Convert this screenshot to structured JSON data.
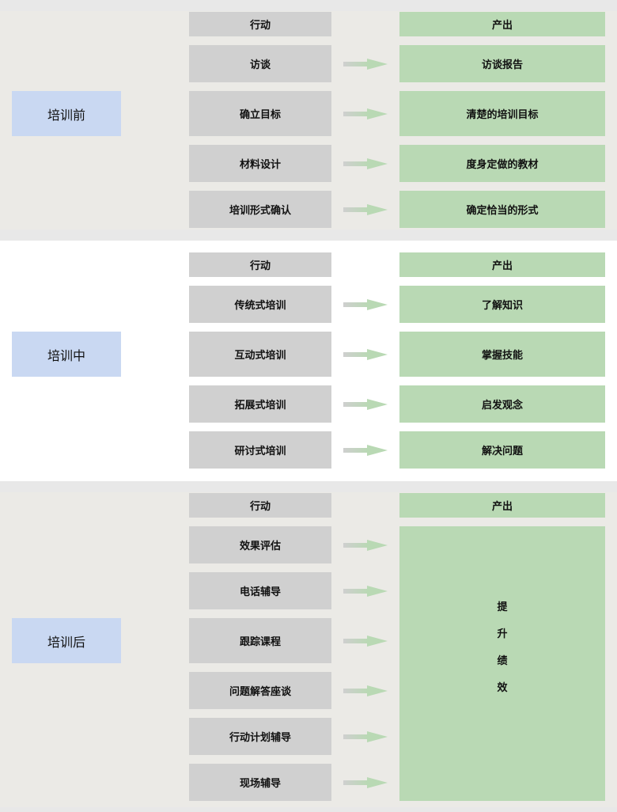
{
  "colors": {
    "action": "#d0d0d0",
    "output": "#b9d9b4",
    "phase": "#c9d8f2",
    "panel": "#ebeae6",
    "alt_panel": "#ffffff"
  },
  "sections": [
    {
      "phase": "培训前",
      "action_header": "行动",
      "output_header": "产出",
      "rows": [
        {
          "action": "访谈",
          "output": "访谈报告"
        },
        {
          "action": "确立目标",
          "output": "清楚的培训目标"
        },
        {
          "action": "材料设计",
          "output": "度身定做的教材"
        },
        {
          "action": "培训形式确认",
          "output": "确定恰当的形式"
        }
      ]
    },
    {
      "phase": "培训中",
      "action_header": "行动",
      "output_header": "产出",
      "rows": [
        {
          "action": "传统式培训",
          "output": "了解知识"
        },
        {
          "action": "互动式培训",
          "output": "掌握技能"
        },
        {
          "action": "拓展式培训",
          "output": "启发观念"
        },
        {
          "action": "研讨式培训",
          "output": "解决问题"
        }
      ]
    },
    {
      "phase": "培训后",
      "action_header": "行动",
      "output_header": "产出",
      "rows": [
        {
          "action": "效果评估"
        },
        {
          "action": "电话辅导"
        },
        {
          "action": "跟踪课程"
        },
        {
          "action": "问题解答座谈"
        },
        {
          "action": "行动计划辅导"
        },
        {
          "action": "现场辅导"
        }
      ],
      "merged_output": "提\n升\n绩\n效"
    }
  ]
}
